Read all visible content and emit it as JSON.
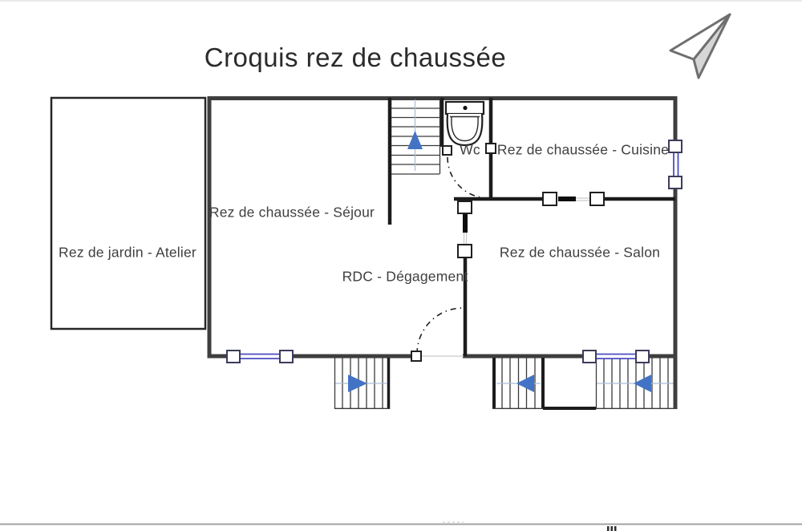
{
  "title": "Croquis rez de chaussée",
  "rooms": {
    "atelier": "Rez de jardin - Atelier",
    "sejour": "Rez de chaussée - Séjour",
    "wc": "Wc",
    "cuisine": "Rez de chaussée - Cuisine",
    "degagement": "RDC - Dégagement",
    "salon": "Rez de chaussée - Salon"
  },
  "symbols": {
    "north_arrow": "north-direction paper-plane arrow, top right",
    "upper_staircase": "staircase going up (blue arrow up)",
    "lower_staircase_left": "exterior stairs, blue arrow pointing right",
    "lower_staircase_middle": "exterior stairs, blue arrow pointing left",
    "lower_staircase_right": "exterior stairs, blue arrow pointing left",
    "toilet": "toilet fixture with tank in Wc room",
    "door_swings": "dash-dot quarter-circle arcs at Wc door and entrance door",
    "windows": "double blue lines with white end squares on south and east walls"
  },
  "colors": {
    "wall": "#3e3e3e",
    "wallint": "#1c1c1c",
    "annex": "#262626",
    "guide": "#a9bdd6",
    "arrow": "#4273c4",
    "window": "#4d4dc0",
    "frame": "#3c3c5c",
    "text": "#3f3f3f",
    "title": "#2b2b2b",
    "pageline": "#a3a3a3",
    "northfill": "#d6d6d6"
  }
}
